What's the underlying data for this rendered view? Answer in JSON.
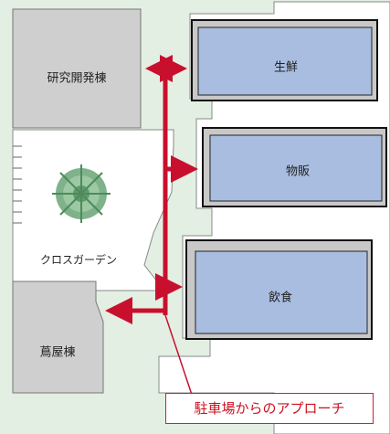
{
  "buildings": {
    "research": "研究開発棟",
    "fresh": "生鮮",
    "goods": "物販",
    "food": "飲食",
    "tsutaya": "蔦屋棟",
    "garden": "クロスガーデン"
  },
  "callout": "駐車場からのアプローチ",
  "colors": {
    "background": "#e3efe2",
    "gray_building": "#cfcfcf",
    "store_fill": "#a9bde0",
    "arrow": "#c8102e"
  },
  "icons": [
    "tree-icon"
  ]
}
